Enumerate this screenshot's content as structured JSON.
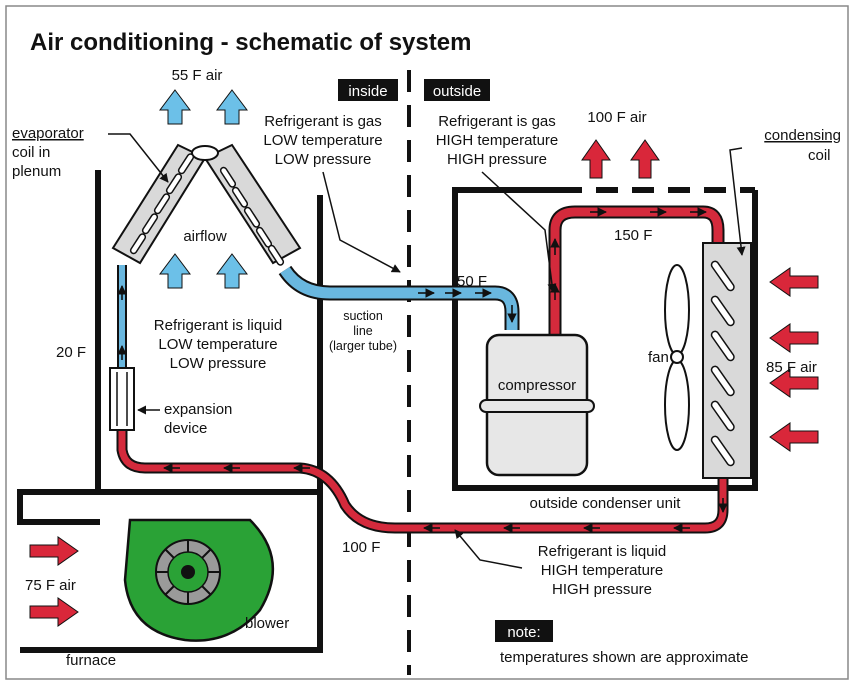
{
  "title": "Air conditioning - schematic of system",
  "zones": {
    "inside": "inside",
    "outside": "outside"
  },
  "air": {
    "supply": "55 F air",
    "exhaust": "100 F air",
    "intake_outdoor": "85 F air",
    "intake_indoor": "75 F air"
  },
  "evaporator": {
    "line1": "evaporator",
    "line2": "coil in",
    "line3": "plenum"
  },
  "airflow": "airflow",
  "condensing_coil": {
    "line1": "condensing",
    "line2": "coil"
  },
  "gas_low": {
    "line1": "Refrigerant is gas",
    "line2": "LOW temperature",
    "line3": "LOW pressure"
  },
  "gas_high": {
    "line1": "Refrigerant is gas",
    "line2": "HIGH temperature",
    "line3": "HIGH pressure"
  },
  "liquid_low": {
    "line1": "Refrigerant is liquid",
    "line2": "LOW temperature",
    "line3": "LOW pressure"
  },
  "liquid_high": {
    "line1": "Refrigerant is liquid",
    "line2": "HIGH temperature",
    "line3": "HIGH pressure"
  },
  "temps": {
    "t20": "20 F",
    "t50": "50 F",
    "t150": "150 F",
    "t100": "100 F"
  },
  "suction": {
    "line1": "suction",
    "line2": "line",
    "line3": "(larger tube)"
  },
  "expansion": {
    "line1": "expansion",
    "line2": "device"
  },
  "compressor": "compressor",
  "fan": "fan",
  "condenser_unit": "outside condenser unit",
  "blower": "blower",
  "furnace": "furnace",
  "note": {
    "tag": "note:",
    "text": "temperatures shown are approximate"
  },
  "colors": {
    "cold_pipe": "#69b7df",
    "hot_pipe": "#d42a3c",
    "warm_arrow": "#d9273a",
    "cool_arrow": "#6cc0e8",
    "blower": "#2aa236",
    "coil_gray": "#d9d9d9"
  }
}
